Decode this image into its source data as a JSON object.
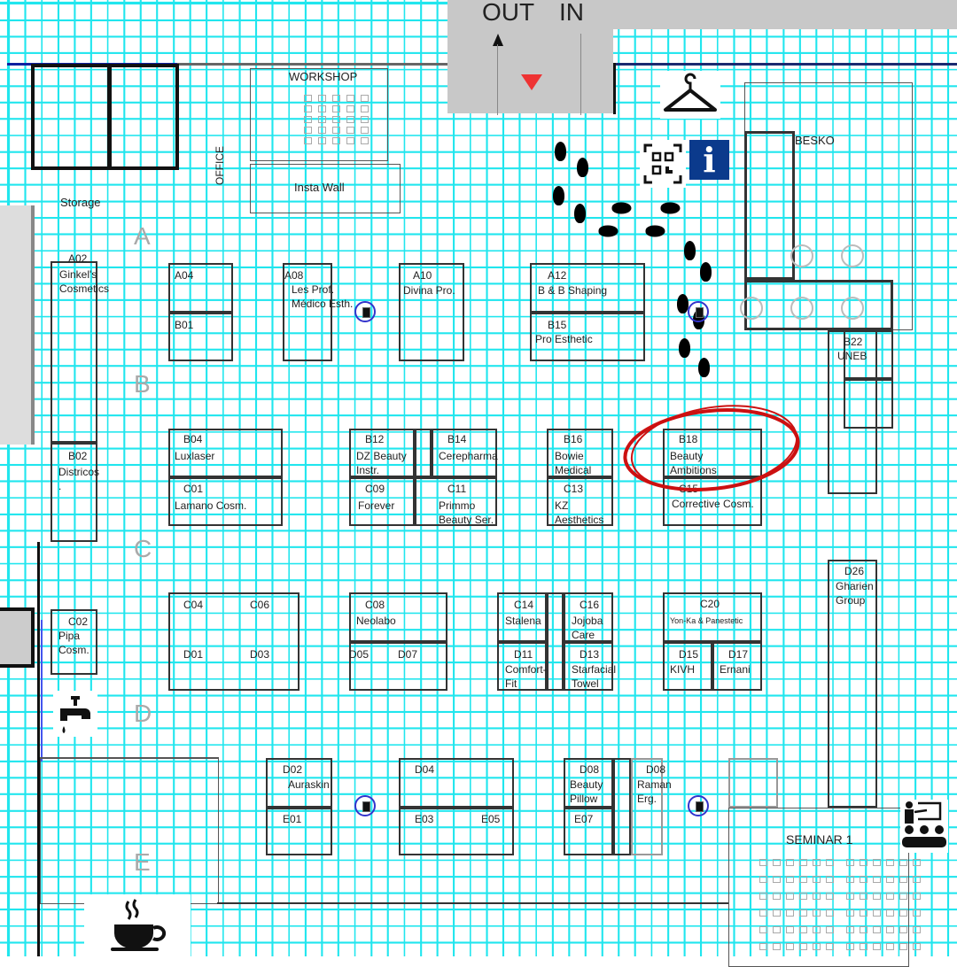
{
  "title_labels": {
    "out": "OUT",
    "in": "IN",
    "workshop": "WORKSHOP",
    "insta_wall": "Insta Wall",
    "office": "OFFICE",
    "storage": "Storage",
    "besko": "BESKO",
    "seminar": "SEMINAR 1"
  },
  "rows": [
    "A",
    "B",
    "C",
    "D",
    "E"
  ],
  "highlighted_stand": "B18",
  "colors": {
    "grid": "#20e6ee",
    "highlight": "#cc1111",
    "info": "#0b3a8c",
    "entrance": "#c8c8c8"
  },
  "icons": [
    "hanger-icon",
    "qr-code-icon",
    "info-icon",
    "footprints-icon",
    "elevator-icon",
    "water-tap-icon",
    "coffee-cup-icon",
    "seminar-presenter-icon"
  ],
  "stands": [
    {
      "code": "A02",
      "name": [
        "Ginkel's",
        "Cosmetics"
      ]
    },
    {
      "code": "B02",
      "name": [
        "Districos",
        "."
      ]
    },
    {
      "code": "C02",
      "name": [
        "Pipa",
        "Cosm."
      ]
    },
    {
      "code": "A04",
      "name": []
    },
    {
      "code": "B01",
      "name": []
    },
    {
      "code": "A08",
      "name": [
        "Les Prof.",
        "Médico Esth."
      ]
    },
    {
      "code": "A10",
      "name": [
        "Divina Pro."
      ]
    },
    {
      "code": "A12",
      "name": [
        "B & B Shaping"
      ]
    },
    {
      "code": "B15",
      "name": [
        "Pro Esthetic"
      ]
    },
    {
      "code": "B04",
      "name": [
        "Luxlaser"
      ]
    },
    {
      "code": "C01",
      "name": [
        "Lamano Cosm."
      ]
    },
    {
      "code": "B12",
      "name": [
        "DZ Beauty",
        "Instr."
      ]
    },
    {
      "code": "B14",
      "name": [
        "Cerepharma"
      ]
    },
    {
      "code": "C09",
      "name": [
        "Forever"
      ]
    },
    {
      "code": "C11",
      "name": [
        "Primmo",
        "Beauty Ser."
      ]
    },
    {
      "code": "B16",
      "name": [
        "Bowie",
        "Medical"
      ]
    },
    {
      "code": "C13",
      "name": [
        "KZ",
        "Aesthetics"
      ]
    },
    {
      "code": "B18",
      "name": [
        "Beauty",
        "Ambitions"
      ]
    },
    {
      "code": "C15",
      "name": [
        "Corrective Cosm."
      ]
    },
    {
      "code": "C04",
      "name": []
    },
    {
      "code": "C06",
      "name": []
    },
    {
      "code": "D01",
      "name": []
    },
    {
      "code": "D03",
      "name": []
    },
    {
      "code": "C08",
      "name": [
        "Neolabo"
      ]
    },
    {
      "code": "D05",
      "name": []
    },
    {
      "code": "D07",
      "name": []
    },
    {
      "code": "C14",
      "name": [
        "Stalena"
      ]
    },
    {
      "code": "C16",
      "name": [
        "Jojoba",
        "Care"
      ]
    },
    {
      "code": "D11",
      "name": [
        "Comfort-",
        "Fit"
      ]
    },
    {
      "code": "D13",
      "name": [
        "Starfacial",
        "Towel"
      ]
    },
    {
      "code": "C20",
      "name": [
        "Yon-Ka & Panestetic"
      ]
    },
    {
      "code": "D15",
      "name": [
        "KIVH"
      ]
    },
    {
      "code": "D17",
      "name": [
        "Ernani"
      ]
    },
    {
      "code": "D26",
      "name": [
        "Gharien",
        "Group"
      ]
    },
    {
      "code": "B22",
      "name": [
        "UNEB"
      ]
    },
    {
      "code": "D02",
      "name": [
        "Auraskin"
      ]
    },
    {
      "code": "E01",
      "name": []
    },
    {
      "code": "D04",
      "name": []
    },
    {
      "code": "E03",
      "name": []
    },
    {
      "code": "E05",
      "name": []
    },
    {
      "code": "D08",
      "name": [
        "Beauty",
        "Pillow"
      ]
    },
    {
      "code": "E07",
      "name": []
    },
    {
      "code": "D08",
      "name": [
        "Raman",
        "Erg."
      ]
    }
  ]
}
